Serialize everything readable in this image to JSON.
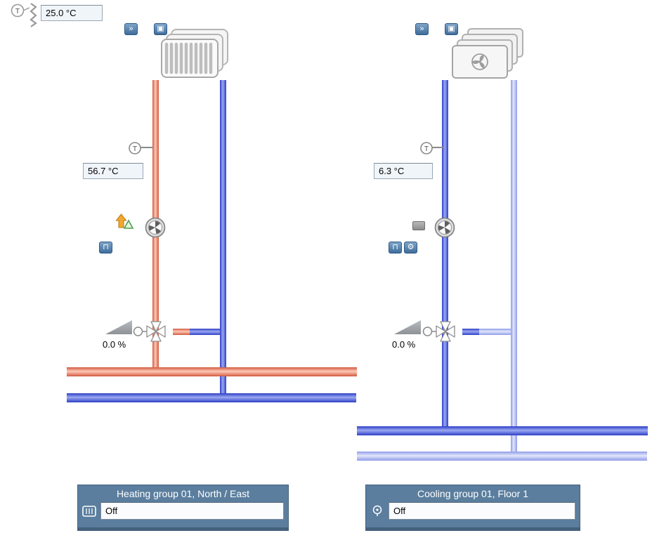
{
  "sensor_letter": "T",
  "outdoor": {
    "temp": "25.0 °C"
  },
  "heating": {
    "supply_temp": "56.7 °C",
    "valve_position": "0.0 %",
    "panel_title": "Heating group 01, North / East",
    "status": "Off"
  },
  "cooling": {
    "supply_temp": "6.3 °C",
    "valve_position": "0.0 %",
    "panel_title": "Cooling group 01, Floor 1",
    "status": "Off"
  },
  "icons": {
    "operator": "»",
    "object": "▣",
    "pulse": "⊓",
    "gear": "⚙"
  },
  "colors": {
    "hot_pipe": "#d15a40",
    "cold_pipe": "#2f3fc6",
    "cold_return_pipe": "#8f9ce8",
    "panel_blue": "#5b7e9e",
    "icon_blue": "#3f6d9b"
  }
}
